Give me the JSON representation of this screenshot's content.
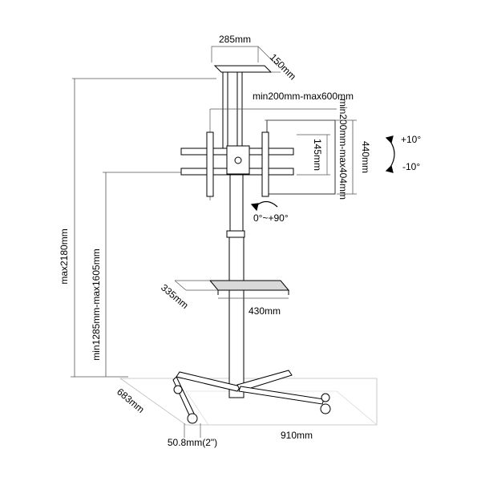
{
  "dimensions": {
    "top_plate_width": "285mm",
    "top_plate_depth": "150mm",
    "vesa_width_range": "min200mm-max600mm",
    "vesa_height_range": "min200mm-max404mm",
    "bracket_height": "145mm",
    "panel_height": "440mm",
    "tilt_up": "+10°",
    "tilt_down": "-10°",
    "rotation": "0°~+90°",
    "shelf_depth": "335mm",
    "shelf_width": "430mm",
    "total_height": "max2180mm",
    "mount_height_range": "min1285mm-max1605mm",
    "base_depth": "683mm",
    "base_width": "910mm",
    "caster_size": "50.8mm(2\")"
  },
  "colors": {
    "line": "#000000",
    "dim_line": "#555555",
    "floor": "#cfcfcf",
    "shelf": "#d9d9d9"
  }
}
